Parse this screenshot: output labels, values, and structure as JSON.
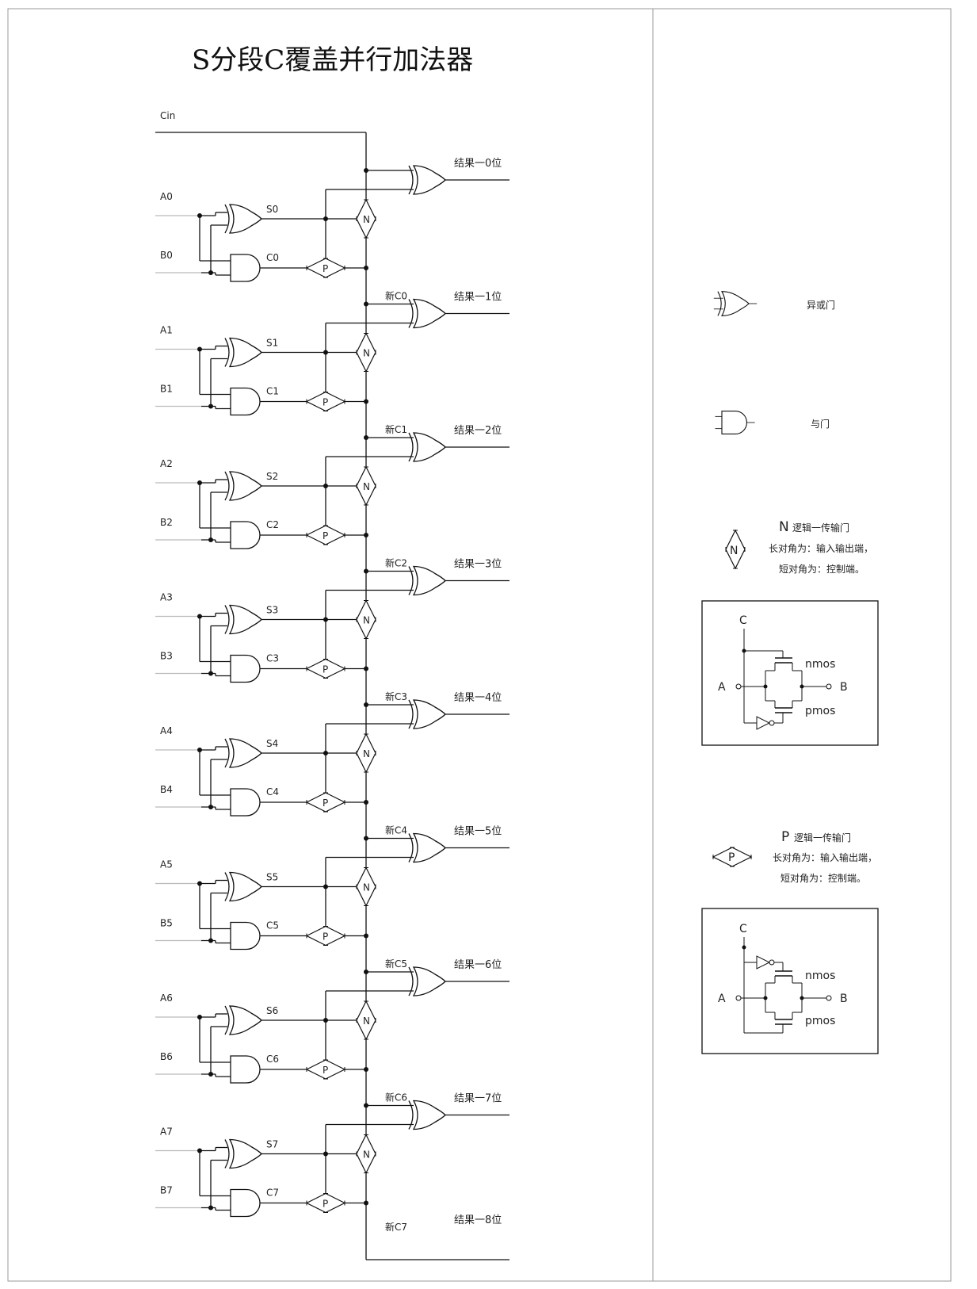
{
  "title": "S分段C覆盖并行加法器",
  "carry_in_label": "Cin",
  "bits": [
    {
      "a": "A0",
      "b": "B0",
      "s": "S0",
      "c": "C0",
      "pass": "",
      "out": "结果一0位"
    },
    {
      "a": "A1",
      "b": "B1",
      "s": "S1",
      "c": "C1",
      "pass": "新C0",
      "out": "结果一1位"
    },
    {
      "a": "A2",
      "b": "B2",
      "s": "S2",
      "c": "C2",
      "pass": "新C1",
      "out": "结果一2位"
    },
    {
      "a": "A3",
      "b": "B3",
      "s": "S3",
      "c": "C3",
      "pass": "新C2",
      "out": "结果一3位"
    },
    {
      "a": "A4",
      "b": "B4",
      "s": "S4",
      "c": "C4",
      "pass": "新C3",
      "out": "结果一4位"
    },
    {
      "a": "A5",
      "b": "B5",
      "s": "S5",
      "c": "C5",
      "pass": "新C4",
      "out": "结果一5位"
    },
    {
      "a": "A6",
      "b": "B6",
      "s": "S6",
      "c": "C6",
      "pass": "新C5",
      "out": "结果一6位"
    },
    {
      "a": "A7",
      "b": "B7",
      "s": "S7",
      "c": "C7",
      "pass": "新C6",
      "out": "结果一7位"
    }
  ],
  "final": {
    "pass": "新C7",
    "out": "结果一8位"
  },
  "gate_labels": {
    "n": "N",
    "p": "P"
  },
  "legend": {
    "xor_label": "异或门",
    "and_label": "与门",
    "n_gate": {
      "symbol": "N",
      "title": "逻辑一传输门",
      "line1": "长对角为：输入输出端，",
      "line2": "短对角为：控制端。"
    },
    "p_gate": {
      "symbol": "P",
      "title": "逻辑一传输门",
      "line1": "长对角为：输入输出端，",
      "line2": "短对角为：控制端。"
    },
    "circuit_labels": {
      "c": "C",
      "a": "A",
      "b": "B",
      "nmos": "nmos",
      "pmos": "pmos"
    }
  }
}
